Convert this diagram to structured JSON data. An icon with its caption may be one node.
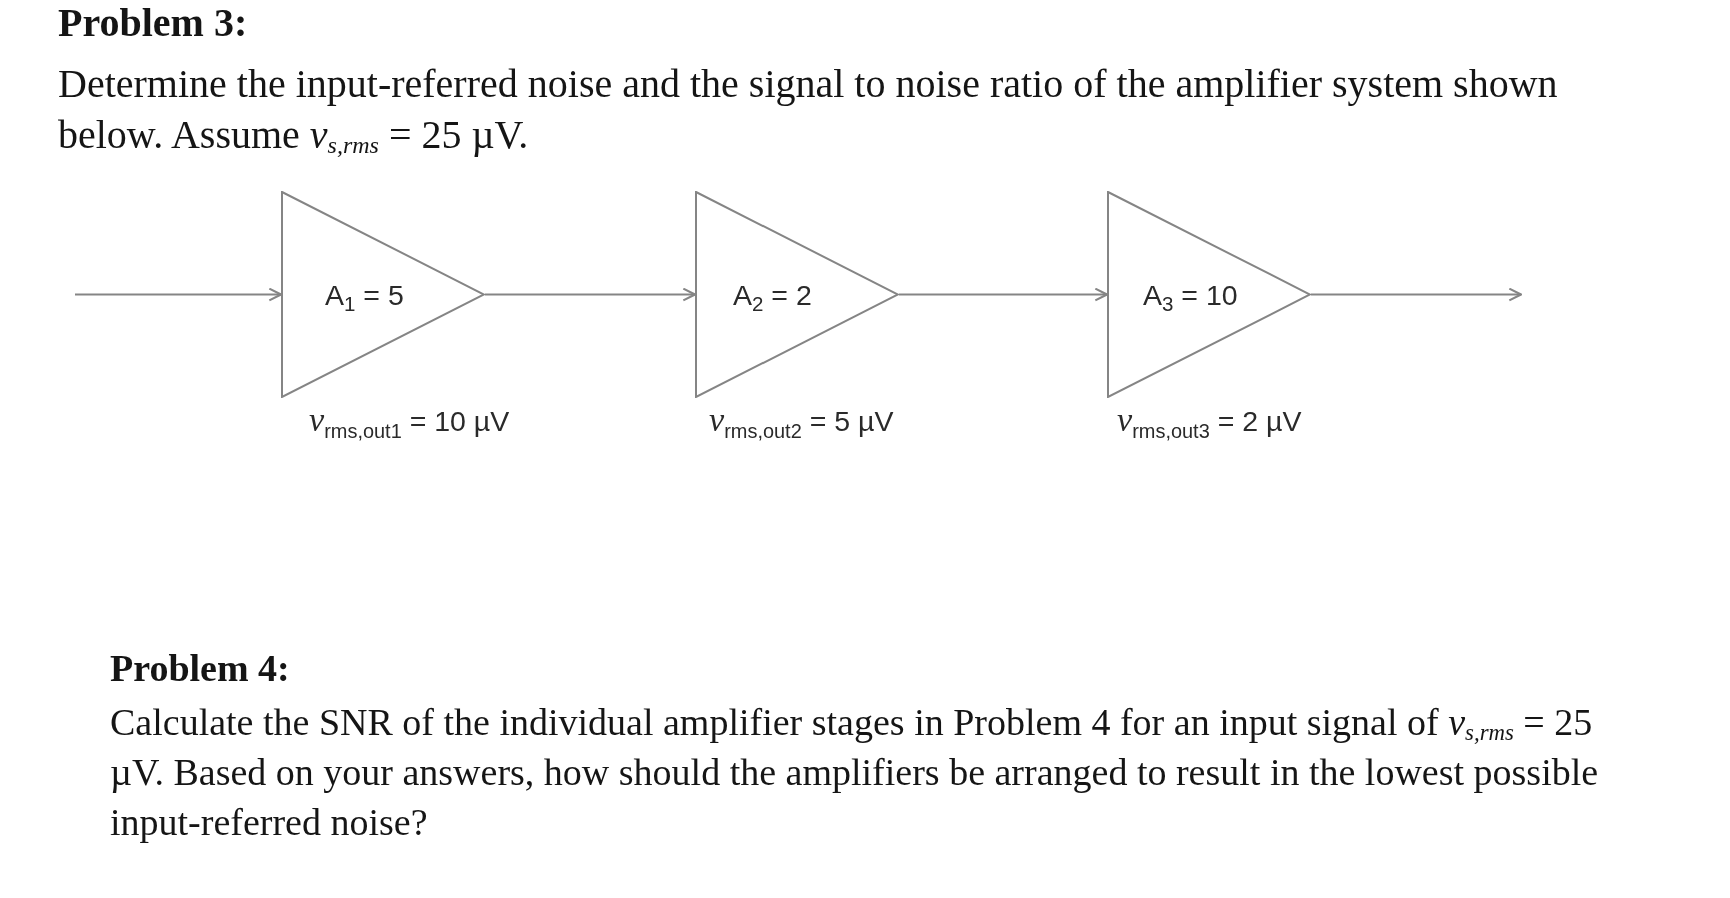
{
  "diagram": {
    "title": "Problem 3:",
    "nodes": [
      {
        "text": [
          "A$_{1}$ = 5"
        ],
        "beside": [
          "*v*$_{rms,out1}$ = 10 µV"
        ]
      },
      {
        "text": [
          "A$_{2}$ = 2"
        ],
        "beside": [
          "*v*$_{rms,out2}$ = 5 µV"
        ]
      },
      {
        "text": [
          "A$_{3}$ = 10"
        ],
        "beside": [
          "*v*$_{rms,out3}$ = 2 µV"
        ]
      }
    ],
    "edges": [
      {
        "from": null,
        "to": 0,
        "arrow": "to"
      },
      {
        "from": 0,
        "to": 1,
        "arrow": "to"
      },
      {
        "from": 1,
        "to": 2,
        "arrow": "to"
      },
      {
        "from": 2,
        "to": null,
        "arrow": "to"
      }
    ],
    "labels": [
      "Determine the input-referred noise and the signal to noise ratio of the amplifier system shown below. Assume *v*$_{s,rms}$ = 25 µV.",
      "Problem 4:",
      "Calculate the SNR of the individual amplifier stages in Problem 4 for an input signal of *v*$_{s,rms}$ = 25 µV. Based on your answers, how should the amplifiers be arranged to result in the lowest possible input-referred noise?"
    ]
  }
}
